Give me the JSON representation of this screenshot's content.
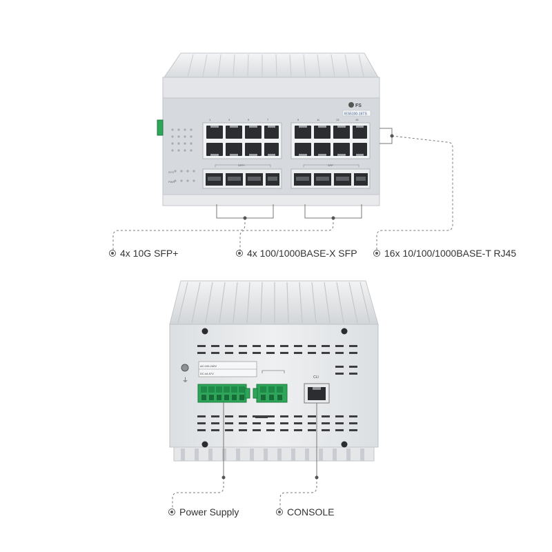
{
  "brand": {
    "logo_text": "FS",
    "model": "IES5100-16TS"
  },
  "front_panel": {
    "port_labels_left": [
      "1",
      "3",
      "5",
      "7"
    ],
    "port_labels_right": [
      "9",
      "11",
      "13",
      "15"
    ],
    "led_labels": [
      "SYS",
      "PWR"
    ],
    "sfp_group_labels": [
      "SFP+",
      "SFP"
    ]
  },
  "rear_panel": {
    "power_label_ac": "AC:100-240V",
    "power_label_dc": "DC:44-57V",
    "console_label": "CLI"
  },
  "callouts": {
    "sfp_plus": "4x 10G SFP+",
    "sfp": "4x 100/1000BASE-X SFP",
    "rj45": "16x 10/100/1000BASE-T RJ45",
    "power": "Power Supply",
    "console": "CONSOLE"
  },
  "colors": {
    "chassis": "#e6e8ea",
    "chassis_dark": "#c9ccd0",
    "front_face": "#d5d8dc",
    "terminal_green": "#2fa55a",
    "leader_line": "#777777"
  }
}
